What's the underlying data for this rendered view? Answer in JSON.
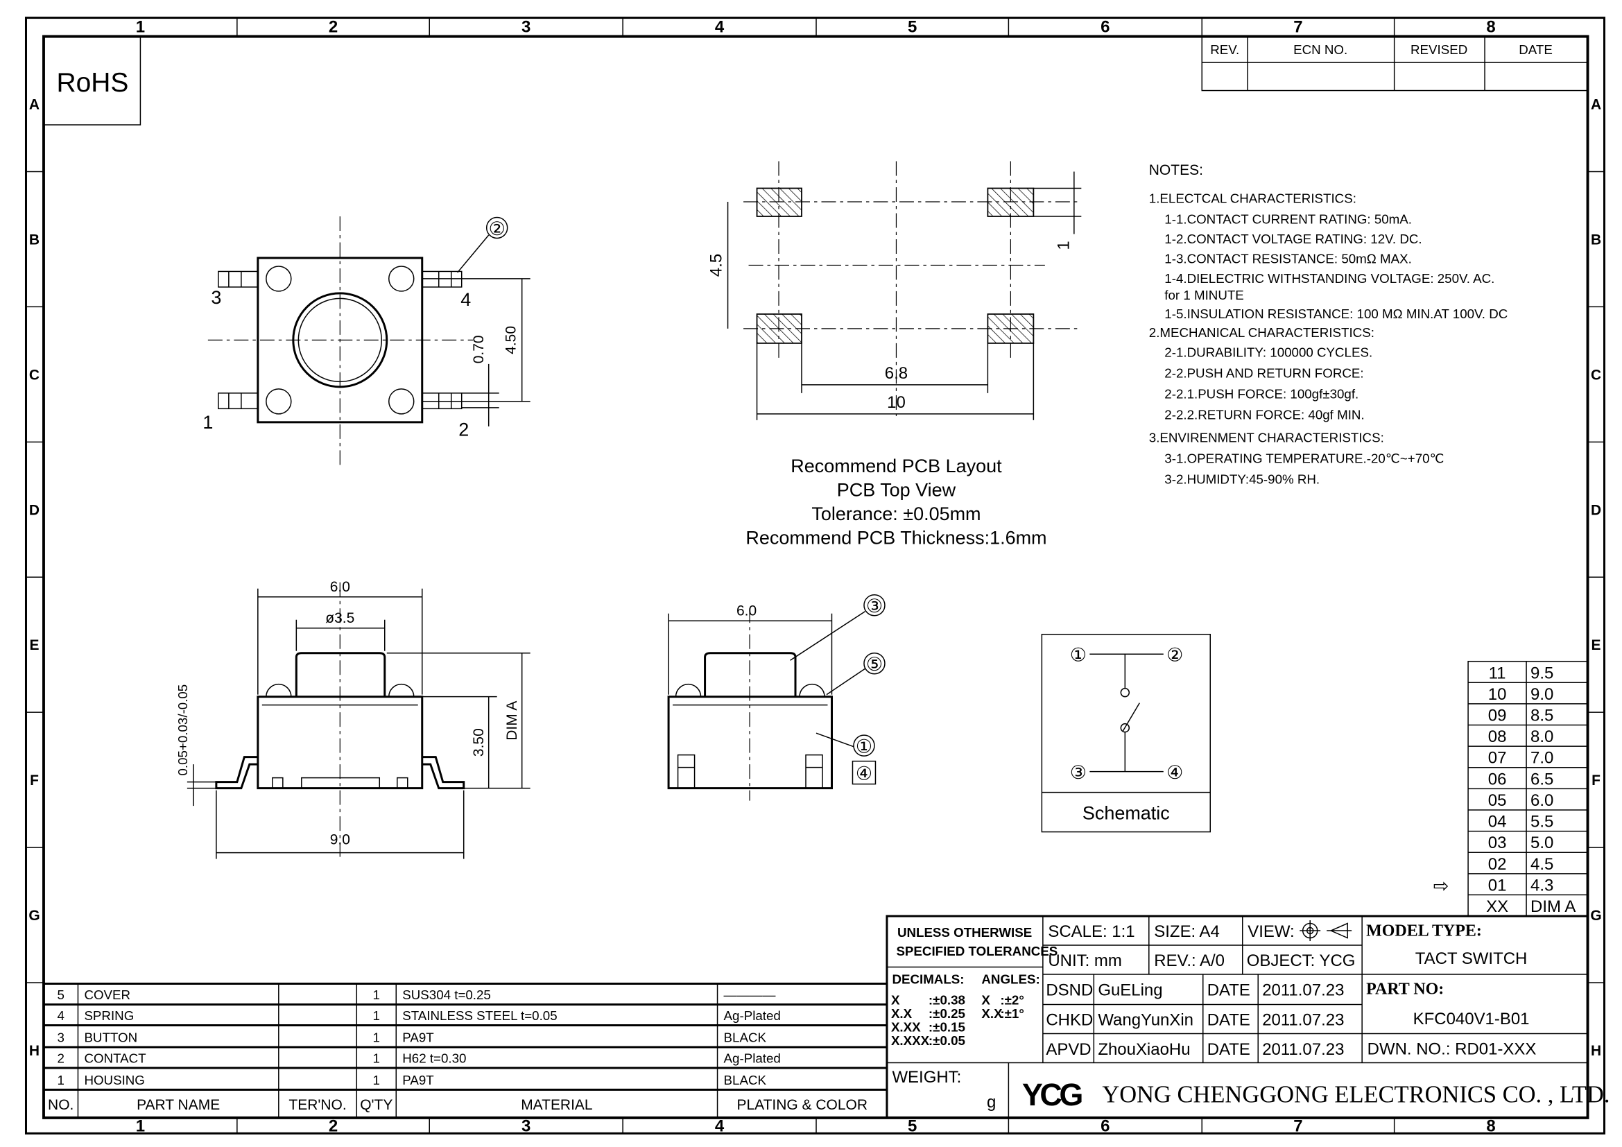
{
  "zones": {
    "columns": [
      "1",
      "2",
      "3",
      "4",
      "5",
      "6",
      "7",
      "8"
    ],
    "rows": [
      "A",
      "B",
      "C",
      "D",
      "E",
      "F",
      "G",
      "H"
    ]
  },
  "rohs": "RoHS",
  "revision_table": {
    "headers": [
      "REV.",
      "ECN NO.",
      "REVISED",
      "DATE"
    ]
  },
  "top_view": {
    "balloon": "②",
    "pins": [
      "1",
      "2",
      "3",
      "4"
    ],
    "dim_pitch": "0.70",
    "dim_height": "4.50"
  },
  "pcb_layout": {
    "dim_vertical": "4.5",
    "dim_pad": "1",
    "dim_inner": "6.8",
    "dim_outer": "10",
    "caption": [
      "Recommend PCB Layout",
      "PCB Top View",
      "Tolerance: ±0.05mm",
      "Recommend PCB Thickness:1.6mm"
    ]
  },
  "notes": {
    "title": "NOTES:",
    "lines": [
      {
        "text": "1.ELECTCAL  CHARACTERISTICS:",
        "indent": 0
      },
      {
        "text": "1-1.CONTACT  CURRENT  RATING:   50mA.",
        "indent": 1
      },
      {
        "text": "1-2.CONTACT  VOLTAGE  RATING:  12V.  DC.",
        "indent": 1
      },
      {
        "text": "1-3.CONTACT  RESISTANCE:  50mΩ  MAX.",
        "indent": 1
      },
      {
        "text": "1-4.DIELECTRIC  WITHSTANDING  VOLTAGE:  250V.  AC.",
        "indent": 1
      },
      {
        "text": "for  1  MINUTE",
        "indent": 1
      },
      {
        "text": "1-5.INSULATION  RESISTANCE:  100  MΩ  MIN.AT  100V.  DC",
        "indent": 1
      },
      {
        "text": "2.MECHANICAL  CHARACTERISTICS:",
        "indent": 0
      },
      {
        "text": "2-1.DURABILITY:  100000  CYCLES.",
        "indent": 1
      },
      {
        "text": "2-2.PUSH  AND  RETURN  FORCE:",
        "indent": 1
      },
      {
        "text": "2-2.1.PUSH  FORCE:      100gf±30gf.",
        "indent": 1
      },
      {
        "text": "2-2.2.RETURN  FORCE:  40gf  MIN.",
        "indent": 1
      },
      {
        "text": "3.ENVIRENMENT  CHARACTERISTICS:",
        "indent": 0
      },
      {
        "text": "3-1.OPERATING  TEMPERATURE.-20℃~+70℃",
        "indent": 1
      },
      {
        "text": "3-2.HUMIDTY:45-90%  RH.",
        "indent": 1
      }
    ]
  },
  "side_view_front": {
    "dim_width": "6.0",
    "dim_button": "ø3.5",
    "dim_coplanarity": "0.05+0.03/-0.05",
    "dim_body_height": "3.50",
    "dim_total_height": "DIM A",
    "dim_lead_span": "9.0"
  },
  "side_view_section": {
    "dim_width": "6.0",
    "balloons": [
      "③",
      "⑤",
      "①",
      "④"
    ]
  },
  "schematic": {
    "pins": [
      "①",
      "②",
      "③",
      "④"
    ],
    "label": "Schematic"
  },
  "dim_table": {
    "rows": [
      [
        "11",
        "9.5"
      ],
      [
        "10",
        "9.0"
      ],
      [
        "09",
        "8.5"
      ],
      [
        "08",
        "8.0"
      ],
      [
        "07",
        "7.0"
      ],
      [
        "06",
        "6.5"
      ],
      [
        "05",
        "6.0"
      ],
      [
        "04",
        "5.5"
      ],
      [
        "03",
        "5.0"
      ],
      [
        "02",
        "4.5"
      ],
      [
        "01",
        "4.3"
      ],
      [
        "XX",
        "DIM A"
      ]
    ],
    "arrow": "⇨"
  },
  "bom": {
    "headers": [
      "NO.",
      "PART NAME",
      "TER'NO.",
      "Q'TY",
      "MATERIAL",
      "PLATING & COLOR"
    ],
    "rows": [
      [
        "5",
        "COVER",
        "",
        "1",
        "SUS304  t=0.25",
        "————"
      ],
      [
        "4",
        "SPRING",
        "",
        "1",
        "STAINLESS  STEEL  t=0.05",
        "Ag-Plated"
      ],
      [
        "3",
        "BUTTON",
        "",
        "1",
        "PA9T",
        "BLACK"
      ],
      [
        "2",
        "CONTACT",
        "",
        "1",
        "H62  t=0.30",
        "Ag-Plated"
      ],
      [
        "1",
        "HOUSING",
        "",
        "1",
        "PA9T",
        "BLACK"
      ]
    ]
  },
  "title_block": {
    "tolerance_title": [
      "UNLESS  OTHERWISE",
      "SPECIFIED  TOLERANCES"
    ],
    "decimals_label": "DECIMALS:",
    "angles_label": "ANGLES:",
    "decimals": [
      [
        "X",
        ":±0.38"
      ],
      [
        "X.X",
        ":±0.25"
      ],
      [
        "X.XX",
        ":±0.15"
      ],
      [
        "X.XXX",
        ":±0.05"
      ]
    ],
    "angles": [
      [
        "X",
        ":±2°"
      ],
      [
        "X.X",
        ":±1°"
      ]
    ],
    "scale": "SCALE:  1:1",
    "size": "SIZE:  A4",
    "view": "VIEW:",
    "unit": "UNIT:  mm",
    "rev": "REV.:  A/0",
    "object": "OBJECT:  YCG",
    "model_type_label": "MODEL  TYPE:",
    "model_type": "TACT  SWITCH",
    "part_no_label": "PART  NO:",
    "part_no": "KFC040V1-B01",
    "dwn_no": "DWN.  NO.:  RD01-XXX",
    "signoffs": [
      [
        "DSND",
        "GuELing",
        "DATE",
        "2011.07.23"
      ],
      [
        "CHKD",
        "WangYunXin",
        "DATE",
        "2011.07.23"
      ],
      [
        "APVD",
        "ZhouXiaoHu",
        "DATE",
        "2011.07.23"
      ]
    ],
    "weight_label": "WEIGHT:",
    "weight_unit": "g",
    "logo": "YCG",
    "company": "YONG  CHENGGONG  ELECTRONICS  CO. , LTD."
  }
}
